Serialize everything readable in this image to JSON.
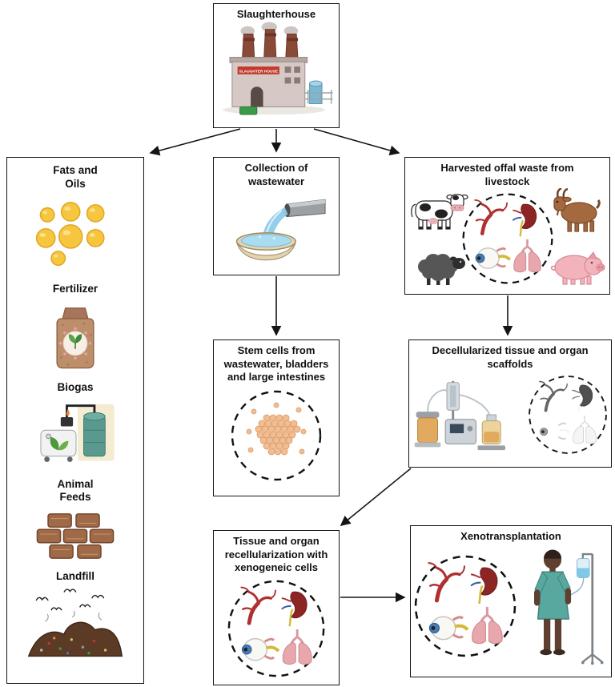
{
  "diagram": {
    "slaughterhouse": {
      "title": "Slaughterhouse",
      "factory_sign": "SLAUGHTER HOUSE"
    },
    "byproducts": {
      "fats_oils_label": "Fats and\nOils",
      "fertilizer_label": "Fertilizer",
      "biogas_label": "Biogas",
      "animal_feeds_label": "Animal\nFeeds",
      "landfill_label": "Landfill"
    },
    "wastewater": {
      "title": "Collection of\nwastewater"
    },
    "offal": {
      "title": "Harvested offal waste from\nlivestock"
    },
    "stem_cells": {
      "title": "Stem cells from\nwastewater, bladders\nand large intestines"
    },
    "decellularized": {
      "title": "Decellularized tissue and organ\nscaffolds"
    },
    "recellularization": {
      "title": "Tissue and organ\nrecellularization with\nxenogeneic cells"
    },
    "xenotransplantation": {
      "title": "Xenotransplantation"
    }
  }
}
